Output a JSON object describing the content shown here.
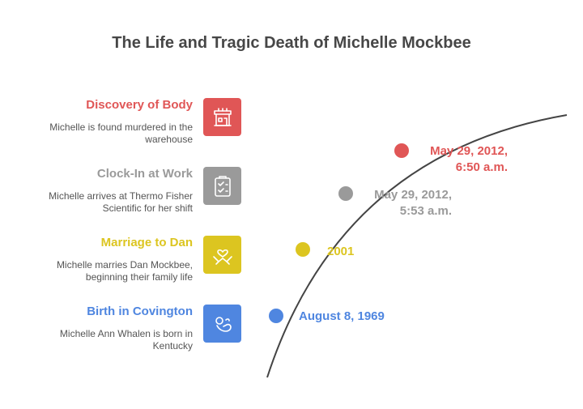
{
  "title": "The Life and Tragic Death of Michelle Mockbee",
  "events": [
    {
      "title": "Discovery of Body",
      "description": "Michelle is found murdered in the warehouse",
      "date": "May 29, 2012,\n6:50 a.m.",
      "color": "#e05656",
      "icon": "building-icon"
    },
    {
      "title": "Clock-In at Work",
      "description": "Michelle arrives at Thermo Fisher Scientific for her shift",
      "date": "May 29, 2012,\n5:53 a.m.",
      "color": "#9a9a9a",
      "icon": "clipboard-check-icon"
    },
    {
      "title": "Marriage to Dan",
      "description": "Michelle marries Dan Mockbee, beginning their family life",
      "date": "2001",
      "color": "#dcc520",
      "icon": "handshake-heart-icon"
    },
    {
      "title": "Birth in Covington",
      "description": "Michelle Ann Whalen is born in Kentucky",
      "date": "August 8, 1969",
      "color": "#4f86e0",
      "icon": "baby-icon"
    }
  ]
}
